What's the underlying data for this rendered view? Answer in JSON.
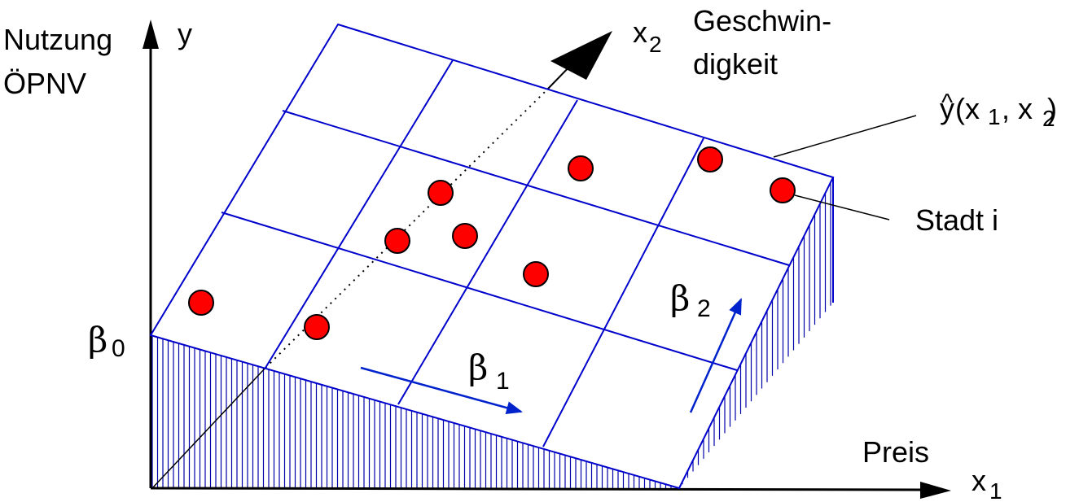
{
  "diagram": {
    "colors": {
      "plane": "#0000cc",
      "hatch": "#0000aa",
      "arrow": "#0022cc",
      "point": "#ff0000",
      "point_stroke": "#000000",
      "axis": "#000000"
    },
    "labels": {
      "y_axis_name_line1": "Nutzung",
      "y_axis_name_line2": "ÖPNV",
      "y_axis": "y",
      "x2_axis": "x",
      "x2_sub": "2",
      "x2_name_line1": "Geschwin-",
      "x2_name_line2": "digkeit",
      "surface_y": "y",
      "surface_hat": "^",
      "surface_args_open": "(x",
      "surface_sub1": "1",
      "surface_args_mid": ", x",
      "surface_sub2": "2",
      "surface_args_close": ")",
      "point_label": "Stadt i",
      "beta0": "β",
      "beta0_sub": "0",
      "beta1": "β",
      "beta1_sub": "1",
      "beta2": "β",
      "beta2_sub": "2",
      "x1_name": "Preis",
      "x1_axis": "x",
      "x1_sub": "1"
    }
  }
}
